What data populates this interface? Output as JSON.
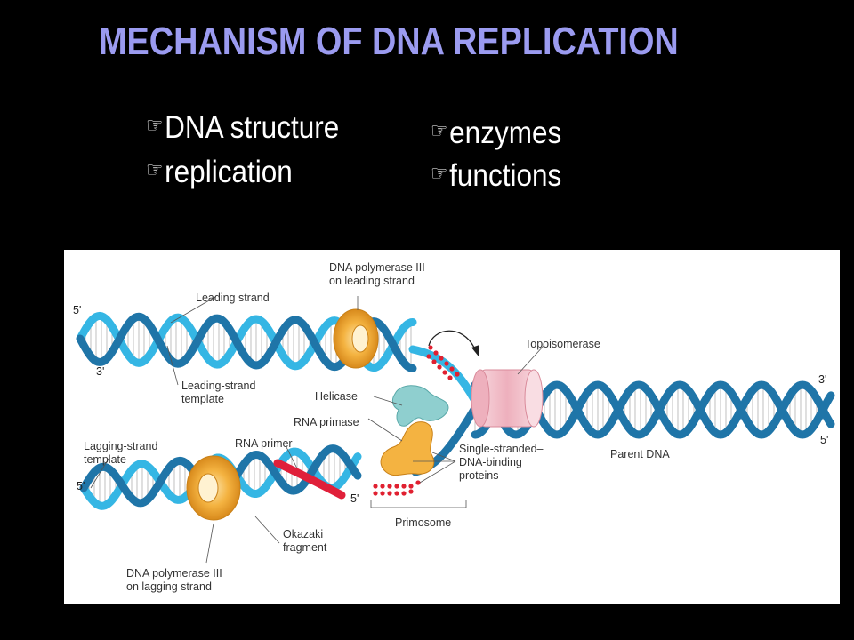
{
  "slide": {
    "title": "MECHANISM OF DNA REPLICATION",
    "title_color": "#9b9bf0",
    "bullet_glyph": "☞",
    "bullets_left": [
      "DNA structure",
      "replication"
    ],
    "bullets_right": [
      "enzymes",
      "functions"
    ]
  },
  "diagram": {
    "labels": {
      "dna_pol_leading_1": "DNA polymerase III",
      "dna_pol_leading_2": "on leading strand",
      "leading_strand": "Leading strand",
      "leading_template_1": "Leading-strand",
      "leading_template_2": "template",
      "helicase": "Helicase",
      "rna_primase": "RNA primase",
      "topoisomerase": "Topoisomerase",
      "lagging_template_1": "Lagging-strand",
      "lagging_template_2": "template",
      "rna_primer": "RNA primer",
      "ssb_1": "Single-stranded–",
      "ssb_2": "DNA-binding",
      "ssb_3": "proteins",
      "parent_dna": "Parent DNA",
      "primosome": "Primosome",
      "okazaki_1": "Okazaki",
      "okazaki_2": "fragment",
      "dna_pol_lagging_1": "DNA polymerase III",
      "dna_pol_lagging_2": "on lagging strand"
    },
    "ends": {
      "left_top_5": "5'",
      "left_top_3": "3'",
      "right_3": "3'",
      "right_5": "5'",
      "lag_left_5": "5'",
      "primer_5": "5'"
    },
    "colors": {
      "dark_strand": "#1f75a8",
      "light_strand": "#35b6e4",
      "primer": "#e0203a",
      "polymerase": "#f4b341",
      "helicase": "#8fcfcf",
      "topoisomerase": "#f0b9c3",
      "ssb": "#e02030"
    }
  }
}
